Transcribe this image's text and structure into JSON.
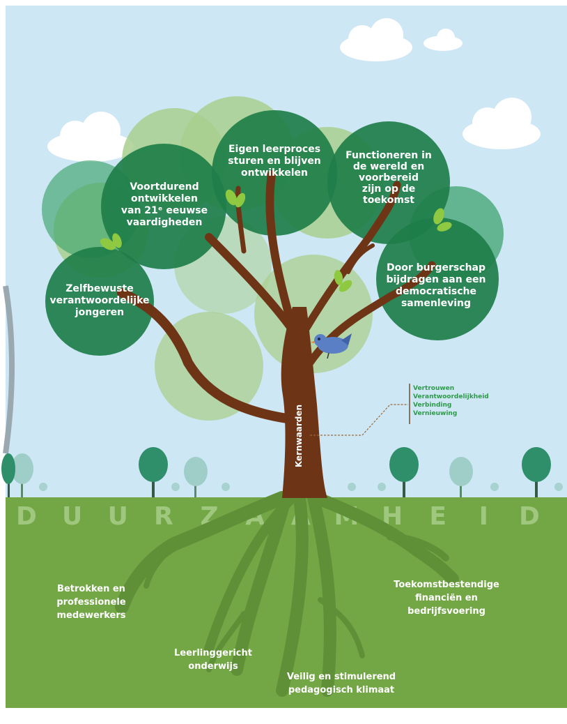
{
  "goals": [
    {
      "id": "voortdurend",
      "lines": [
        "Voortdurend",
        "ontwikkelen",
        "van 21ᵉ eeuwse",
        "vaardigheden"
      ]
    },
    {
      "id": "eigen",
      "lines": [
        "Eigen leerproces",
        "sturen en blijven",
        "ontwikkelen"
      ]
    },
    {
      "id": "functioneren",
      "lines": [
        "Functioneren in",
        "de wereld en",
        "voorbereid",
        "zijn op de",
        "toekomst"
      ]
    },
    {
      "id": "burgerschap",
      "lines": [
        "Door burgerschap",
        "bijdragen aan een",
        "democratische",
        "samenleving"
      ]
    },
    {
      "id": "zelfbewuste",
      "lines": [
        "Zelfbewuste",
        "verantwoordelijke",
        "jongeren"
      ]
    }
  ],
  "core_label": "Kernwaarden",
  "core_values": [
    "Vertrouwen",
    "Verantwoordelijkheid",
    "Verbinding",
    "Vernieuwing"
  ],
  "ground_word": [
    "D",
    "U",
    "U",
    "R",
    "Z",
    "A",
    "A",
    "M",
    "H",
    "E",
    "I",
    "D"
  ],
  "foundations": [
    {
      "id": "medewerkers",
      "lines": [
        "Betrokken en",
        "professionele",
        "medewerkers"
      ]
    },
    {
      "id": "onderwijs",
      "lines": [
        "Leerlinggericht",
        "onderwijs"
      ]
    },
    {
      "id": "klimaat",
      "lines": [
        "Veilig en stimulerend",
        "pedagogisch klimaat"
      ]
    },
    {
      "id": "financien",
      "lines": [
        "Toekomstbestendige",
        "financiën en",
        "bedrijfsvoering"
      ]
    }
  ],
  "colors": {
    "sky": "#cde7f5",
    "ground": "#73a746",
    "trunk": "#6e3416",
    "canopy_dark": "#1e7e49",
    "canopy_light": "#a9cf8e",
    "core_values_text": "#2e9a4a"
  }
}
